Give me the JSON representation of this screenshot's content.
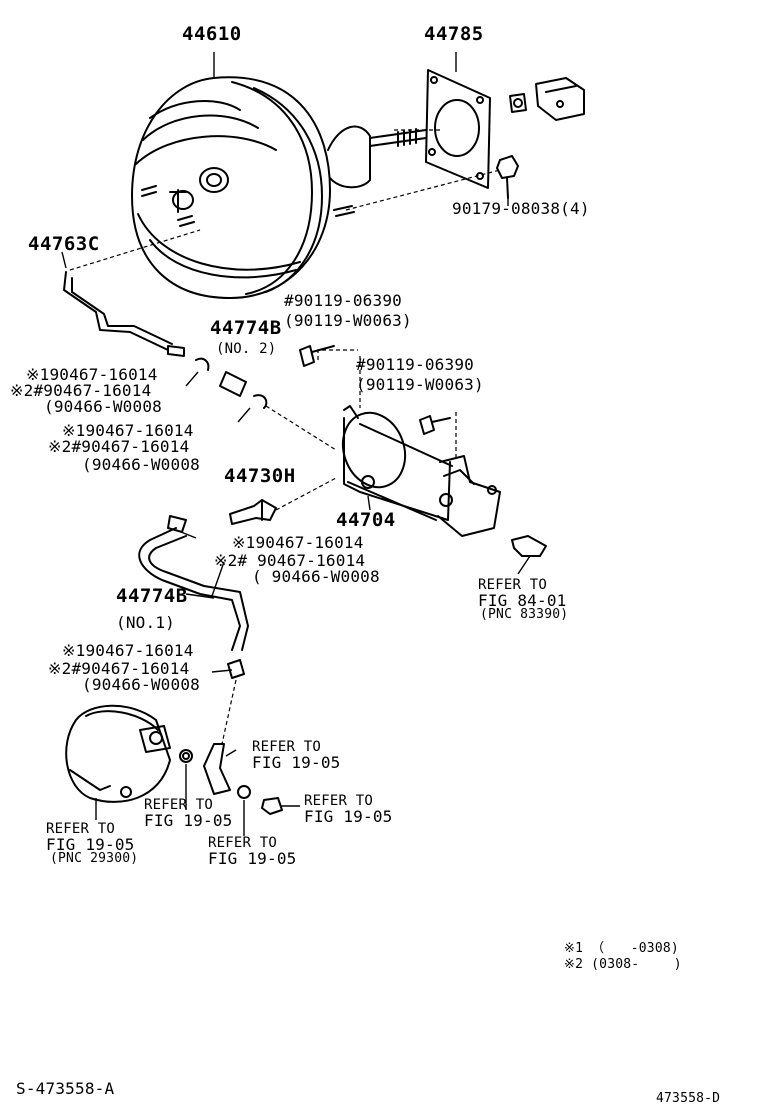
{
  "parts": {
    "booster": "44610",
    "gasket": "44785",
    "nut_set": "90179-08038(4)",
    "hose_top": "44763C",
    "hose_no2": "44774B",
    "no2": "(NO. 2)",
    "bolt_a1": "#90119-06390",
    "bolt_a2": "(90119-W0063)",
    "bolt_b1": "#90119-06390",
    "bolt_b2": "(90119-W0063)",
    "clip1_l1": "※190467-16014",
    "clip1_l2": "※2#90467-16014",
    "clip1_l3": "(90466-W0008",
    "clip2_l1": "※190467-16014",
    "clip2_l2": "※2#90467-16014",
    "clip2_l3": "(90466-W0008",
    "valve": "44730H",
    "tank": "44704",
    "clip3_l1": "※190467-16014",
    "clip3_l2": "※2# 90467-16014",
    "clip3_l3": "( 90466-W0008",
    "hose_no1": "44774B",
    "no1": "(NO.1)",
    "clip4_l1": "※190467-16014",
    "clip4_l2": "※2#90467-16014",
    "clip4_l3": "(90466-W0008"
  },
  "refs": {
    "r84_l1": "REFER TO",
    "r84_l2": "FIG 84-01",
    "r84_l3": "(PNC 83390)",
    "rpump_l1": "REFER TO",
    "rpump_l2": "FIG 19-05",
    "rpump_l3": "(PNC 29300)",
    "r1_l1": "REFER TO",
    "r1_l2": "FIG 19-05",
    "r2_l1": "REFER TO",
    "r2_l2": "FIG 19-05",
    "r3_l1": "REFER TO",
    "r3_l2": "FIG 19-05",
    "r4_l1": "REFER TO",
    "r4_l2": "FIG 19-05"
  },
  "legend": {
    "row1": "※1 （　　-0308)",
    "row2": "※2 (0308-　　 )"
  },
  "footer": {
    "left_id": "S-473558-A",
    "right_id": "473558-D"
  }
}
